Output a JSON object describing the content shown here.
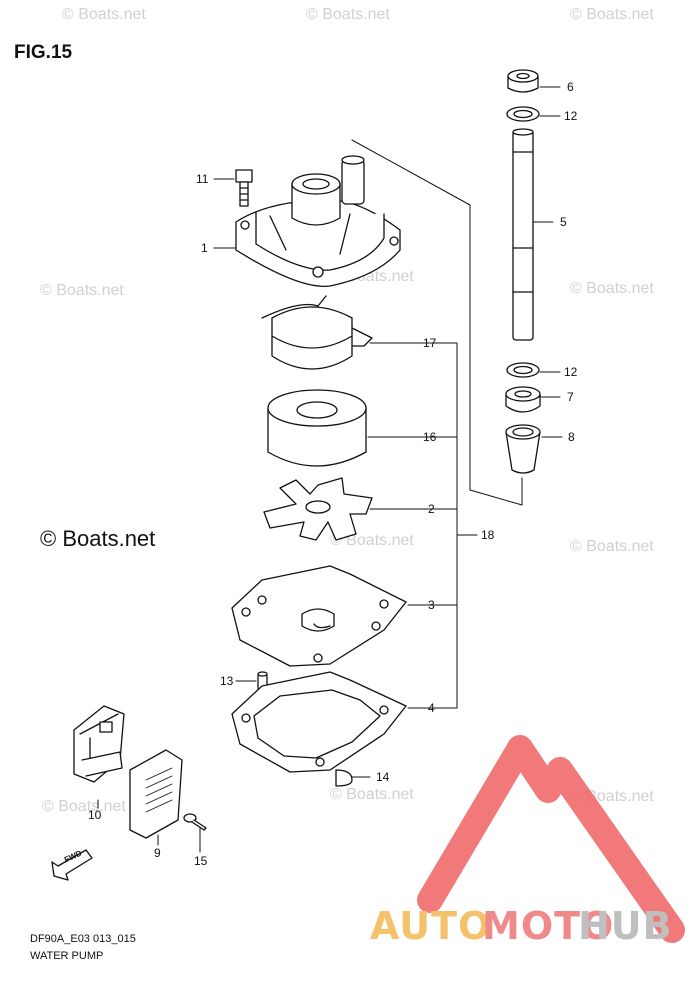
{
  "figure": {
    "title": "FIG.15",
    "model_code": "DF90A_E03 013_015",
    "caption": "WATER PUMP"
  },
  "watermarks": {
    "text": "© Boats.net",
    "featured_text": "© Boats.net"
  },
  "logo": {
    "part1": "AUTO",
    "part2": "MOTO",
    "part3": "HUB",
    "colors": {
      "part1": "#f5c26b",
      "part2": "#f08a8a",
      "part3": "#bfbfbf",
      "triangle": "#f06a6a"
    }
  },
  "arrow_label": "FWD",
  "callouts": {
    "c1": "1",
    "c2": "2",
    "c3": "3",
    "c4": "4",
    "c5": "5",
    "c6": "6",
    "c7": "7",
    "c8": "8",
    "c9": "9",
    "c10": "10",
    "c11": "11",
    "c12a": "12",
    "c12b": "12",
    "c13": "13",
    "c14": "14",
    "c15": "15",
    "c16": "16",
    "c17": "17",
    "c18": "18"
  }
}
